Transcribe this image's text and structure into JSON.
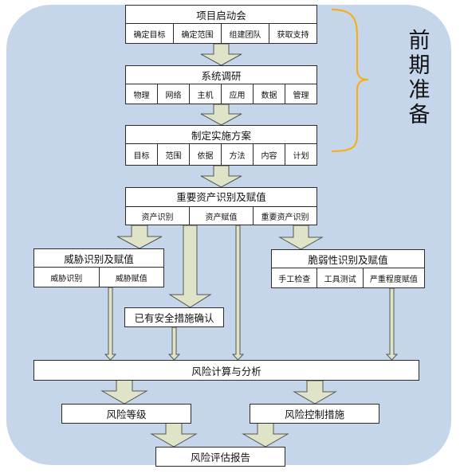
{
  "side_label": "前期准备",
  "colors": {
    "background": "#c6d6ea",
    "arrow_fill": "#dfe3c8",
    "bracket": "#f2b01e",
    "line": "#2b2b2b"
  },
  "boxes": {
    "launch": {
      "title": "项目启动会",
      "items": [
        "确定目标",
        "确定范围",
        "组建团队",
        "获取支持"
      ]
    },
    "survey": {
      "title": "系统调研",
      "items": [
        "物理",
        "网络",
        "主机",
        "应用",
        "数据",
        "管理"
      ]
    },
    "plan": {
      "title": "制定实施方案",
      "items": [
        "目标",
        "范围",
        "依据",
        "方法",
        "内容",
        "计划"
      ]
    },
    "assets": {
      "title": "重要资产识别及赋值",
      "items": [
        "资产识别",
        "资产赋值",
        "重要资产识别"
      ]
    },
    "threats": {
      "title": "威胁识别及赋值",
      "items": [
        "威胁识别",
        "威胁赋值"
      ]
    },
    "vuln": {
      "title": "脆弱性识别及赋值",
      "items": [
        "手工检查",
        "工具测试",
        "严重程度赋值"
      ]
    }
  },
  "labels": {
    "safeguards": "已有安全措施确认",
    "calc": "风险计算与分析",
    "level": "风险等级",
    "control": "风险控制措施",
    "report": "风险评估报告"
  }
}
